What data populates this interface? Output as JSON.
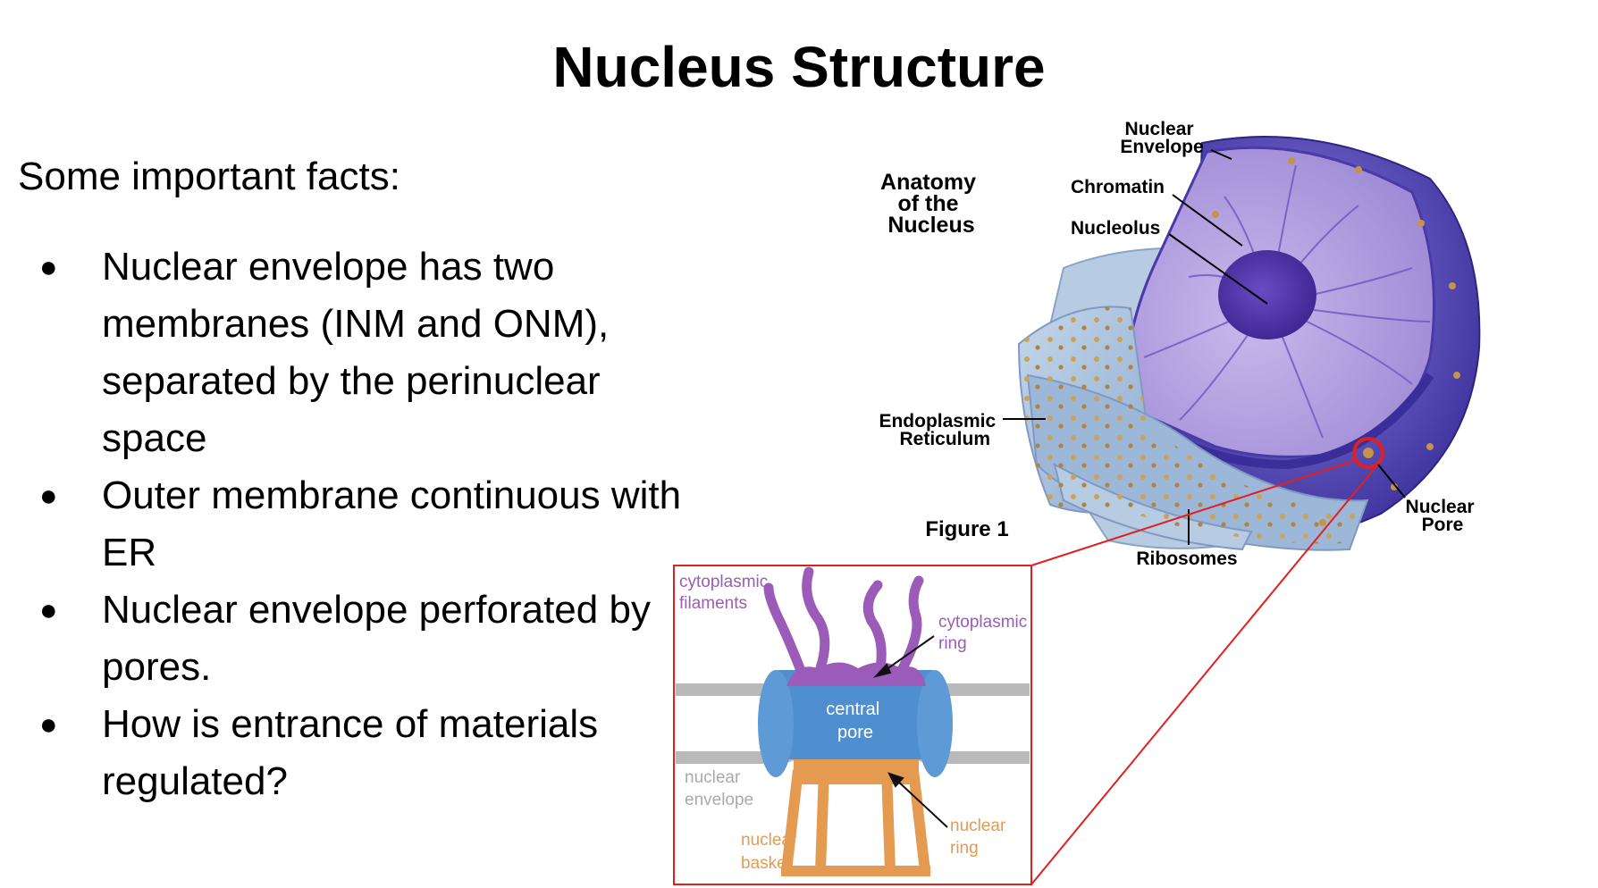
{
  "slide": {
    "title": "Nucleus Structure",
    "intro": "Some important facts:",
    "bullets": [
      "Nuclear envelope has two membranes (INM and ONM), separated by the perinuclear space",
      "Outer membrane continuous with ER",
      "Nuclear envelope perforated by pores.",
      "How is entrance of materials regulated?"
    ],
    "bullet_glyph": "●"
  },
  "figure": {
    "heading_lines": [
      "Anatomy",
      "of the",
      "Nucleus"
    ],
    "caption": "Figure 1",
    "labels": {
      "nuclear_envelope": [
        "Nuclear",
        "Envelope"
      ],
      "chromatin": "Chromatin",
      "nucleolus": "Nucleolus",
      "endoplasmic_reticulum": [
        "Endoplasmic",
        "Reticulum"
      ],
      "ribosomes": "Ribosomes",
      "nuclear_pore": [
        "Nuclear",
        "Pore"
      ]
    }
  },
  "inset": {
    "cytoplasmic_filaments": [
      "cytoplasmic",
      "filaments"
    ],
    "cytoplasmic_ring": [
      "cytoplasmic",
      "ring"
    ],
    "central_pore": [
      "central",
      "pore"
    ],
    "nuclear_envelope": [
      "nuclear",
      "envelope"
    ],
    "nuclear_ring": [
      "nuclear",
      "ring"
    ],
    "nuclear_basket": [
      "nuclear",
      "basket"
    ]
  },
  "colors": {
    "nucleus_purple": "#5b4ab8",
    "chromatin_lavender": "#b8a6e0",
    "er_blue": "#a9c1dc",
    "highlight_red": "#e02020",
    "pore_blue": "#4f8fd0",
    "ring_purple": "#9a5cb8",
    "basket_orange": "#e59a52",
    "envelope_gray": "#b9b9b9"
  }
}
